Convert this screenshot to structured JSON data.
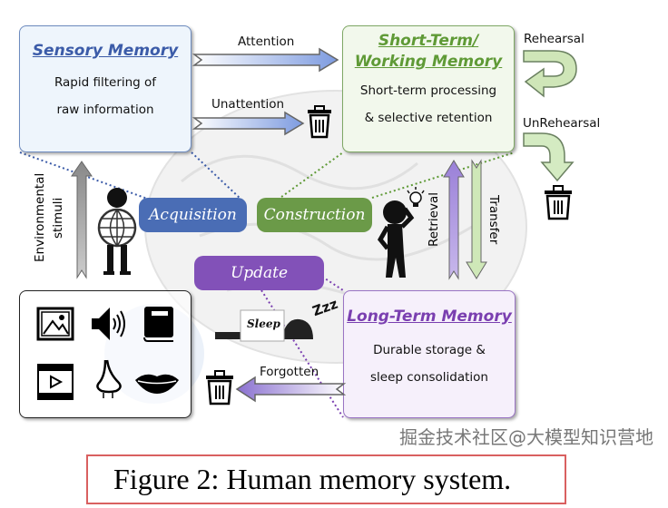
{
  "sensory": {
    "title": "Sensory Memory",
    "line1": "Rapid filtering of",
    "line2": "raw information"
  },
  "short_term": {
    "title_line1": "Short-Term/",
    "title_line2": "Working Memory",
    "line1": "Short-term processing",
    "line2": "& selective retention"
  },
  "long_term": {
    "title": "Long-Term Memory",
    "line1": "Durable storage &",
    "line2": "sleep consolidation"
  },
  "arrows": {
    "attention": "Attention",
    "unattention": "Unattention",
    "rehearsal": "Rehearsal",
    "unrehearsal": "UnRehearsal",
    "retrieval": "Retrieval",
    "transfer": "Transfer",
    "forgotten": "Forgotten",
    "environmental_line1": "Environmental",
    "environmental_line2": "stimuli"
  },
  "processes": {
    "acquisition": "Acquisition",
    "construction": "Construction",
    "update": "Update"
  },
  "sleep_label": "Sleep",
  "sleep_sound": "Zzz",
  "stimuli_icons": [
    "image-icon",
    "speaker-icon",
    "book-icon",
    "video-icon",
    "nose-icon",
    "lips-icon"
  ],
  "caption": "Figure 2: Human memory system.",
  "watermark": "掘金技术社区@大模型知识营地",
  "colors": {
    "sensory": "#3b5ba8",
    "short_term": "#5f9a36",
    "long_term": "#7a3fb0",
    "acquisition": "#4a6db5",
    "construction": "#6b9a48",
    "update": "#8251b8",
    "caption_border": "#d96060"
  }
}
